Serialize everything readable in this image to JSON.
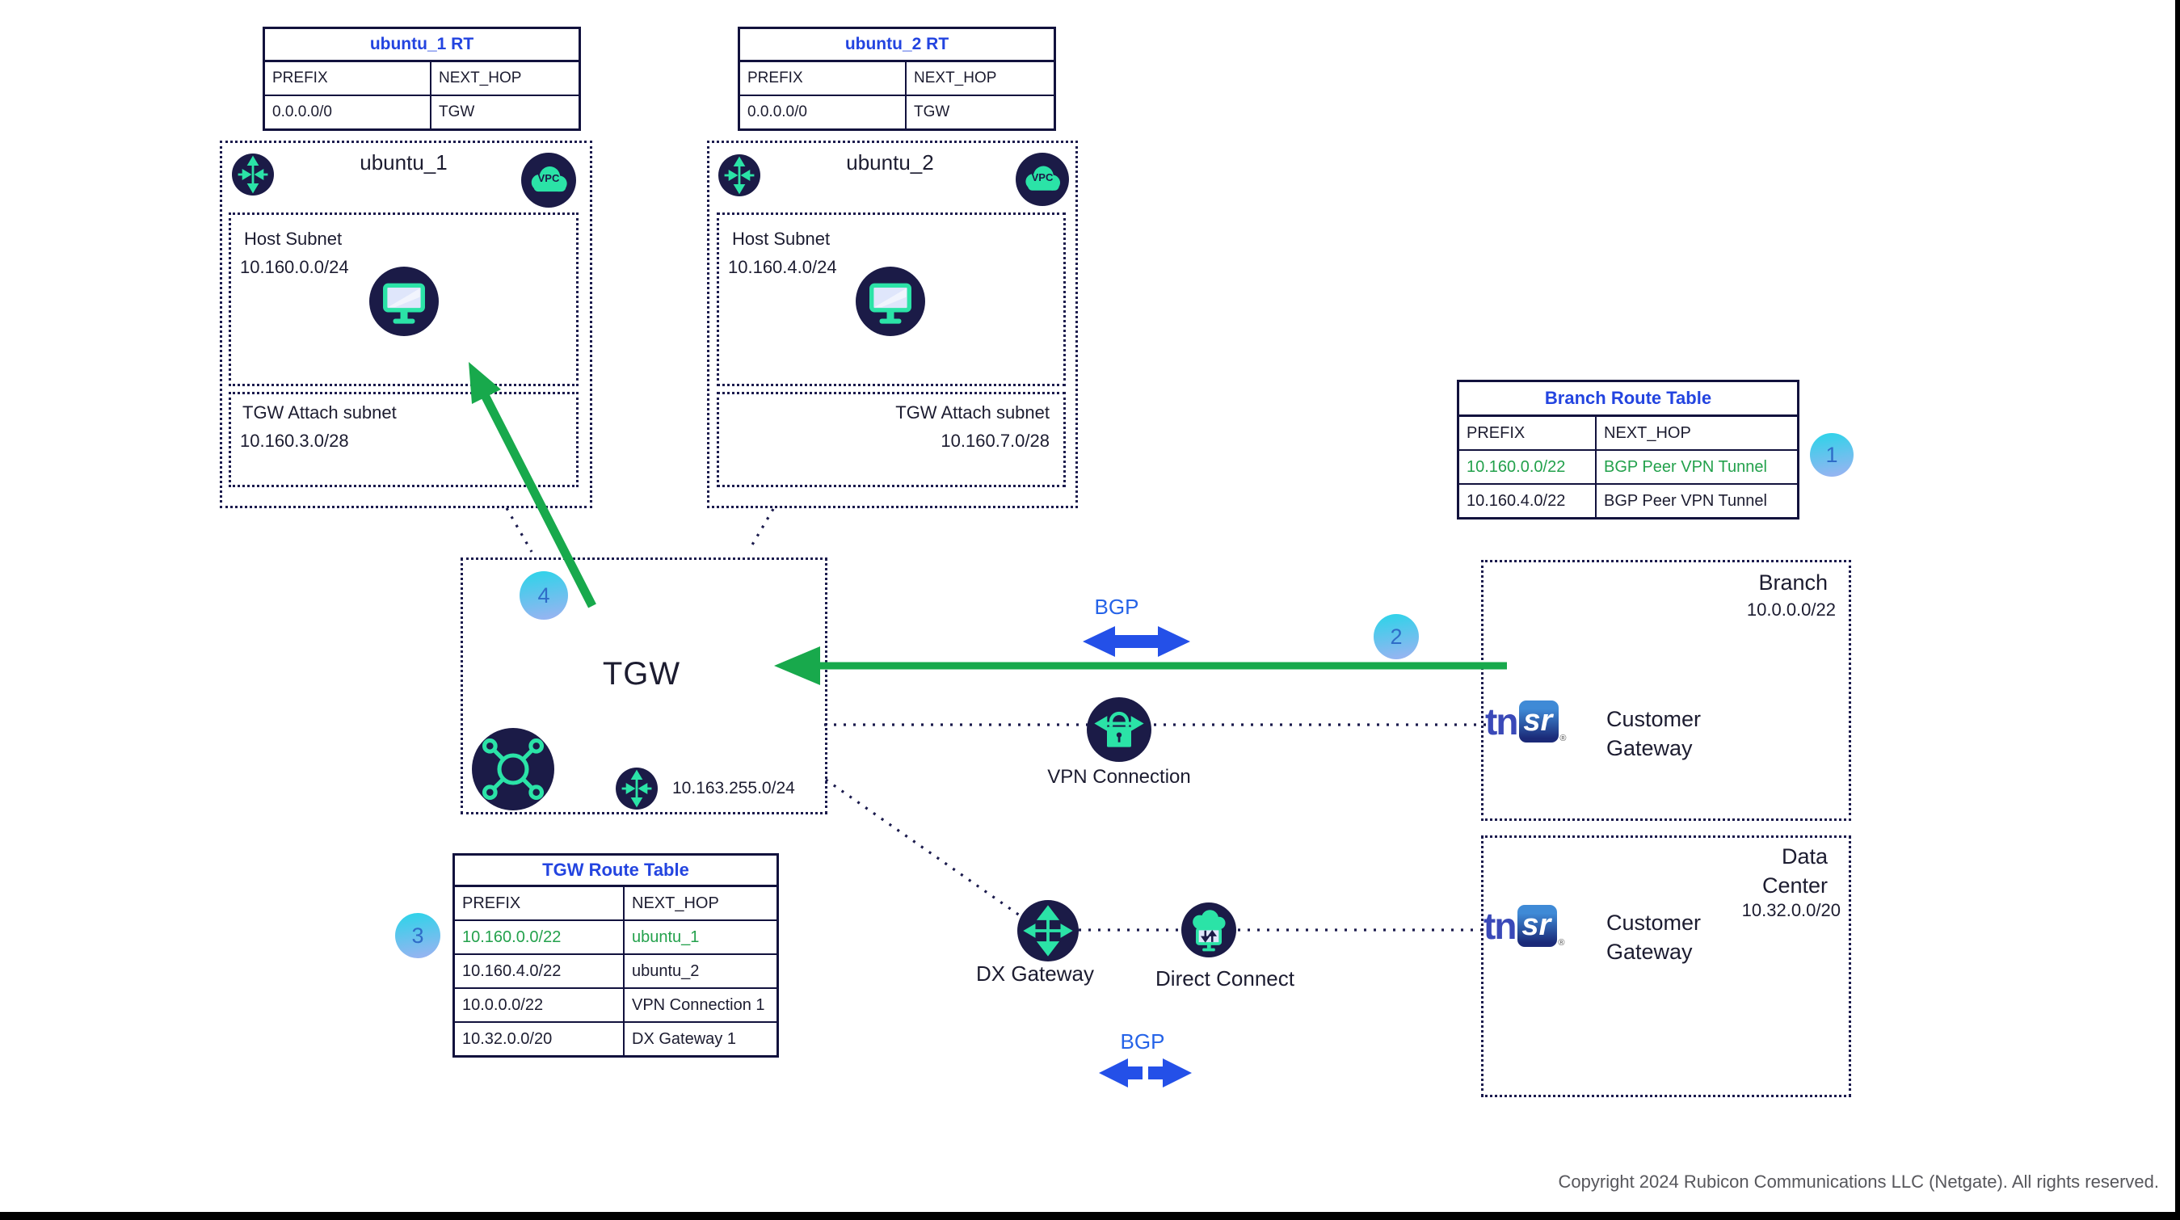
{
  "rt1": {
    "title": "ubuntu_1 RT",
    "h_prefix": "PREFIX",
    "h_nexthop": "NEXT_HOP",
    "r1_prefix": "0.0.0.0/0",
    "r1_nexthop": "TGW"
  },
  "rt2": {
    "title": "ubuntu_2 RT",
    "h_prefix": "PREFIX",
    "h_nexthop": "NEXT_HOP",
    "r1_prefix": "0.0.0.0/0",
    "r1_nexthop": "TGW"
  },
  "vpc1": {
    "title": "ubuntu_1",
    "vpc_badge": "VPC",
    "host_label": "Host Subnet",
    "host_cidr": "10.160.0.0/24",
    "attach_label": "TGW Attach subnet",
    "attach_cidr": "10.160.3.0/28"
  },
  "vpc2": {
    "title": "ubuntu_2",
    "vpc_badge": "VPC",
    "host_label": "Host Subnet",
    "host_cidr": "10.160.4.0/24",
    "attach_label": "TGW Attach subnet",
    "attach_cidr": "10.160.7.0/28"
  },
  "branch_rt": {
    "title": "Branch Route Table",
    "h_prefix": "PREFIX",
    "h_nexthop": "NEXT_HOP",
    "r1_prefix": "10.160.0.0/22",
    "r1_nexthop": "BGP Peer VPN Tunnel",
    "r2_prefix": "10.160.4.0/22",
    "r2_nexthop": "BGP Peer VPN Tunnel"
  },
  "tgw_rt": {
    "title": "TGW Route Table",
    "h_prefix": "PREFIX",
    "h_nexthop": "NEXT_HOP",
    "r1_prefix": "10.160.0.0/22",
    "r1_nexthop": "ubuntu_1",
    "r2_prefix": "10.160.4.0/22",
    "r2_nexthop": "ubuntu_2",
    "r3_prefix": "10.0.0.0/22",
    "r3_nexthop": "VPN Connection 1",
    "r4_prefix": "10.32.0.0/20",
    "r4_nexthop": "DX Gateway 1"
  },
  "tgw": {
    "label": "TGW",
    "cidr": "10.163.255.0/24"
  },
  "branch": {
    "title": "Branch",
    "cidr": "10.0.0.0/22",
    "gateway_label": "Customer Gateway"
  },
  "datacenter": {
    "title": "Data Center",
    "cidr": "10.32.0.0/20",
    "gateway_label": "Customer Gateway"
  },
  "logo": {
    "tn": "tn",
    "sr": "sr",
    "reg": "®"
  },
  "labels": {
    "vpn": "VPN Connection",
    "dx": "DX Gateway",
    "dc": "Direct Connect",
    "bgp": "BGP"
  },
  "badges": {
    "b1": "1",
    "b2": "2",
    "b3": "3",
    "b4": "4"
  },
  "footer": {
    "copyright": "Copyright 2024 Rubicon Communications LLC (Netgate). All rights reserved."
  },
  "icons": {
    "tgw_attachment": "crossing-arrows-icon",
    "vpc": "vpc-cloud-icon",
    "host": "monitor-icon",
    "tgw_hub": "hub-spoke-icon",
    "vpn": "lock-arrows-icon",
    "dx_gateway": "dx-arrows-icon",
    "direct_connect": "cloud-monitor-icon"
  },
  "colors": {
    "navy": "#1b1b47",
    "mint": "#2be3a7",
    "green_arrow": "#18a94c",
    "blue_arrow": "#2450e8",
    "title_blue": "#2344e0",
    "green_text": "#23a14c"
  }
}
